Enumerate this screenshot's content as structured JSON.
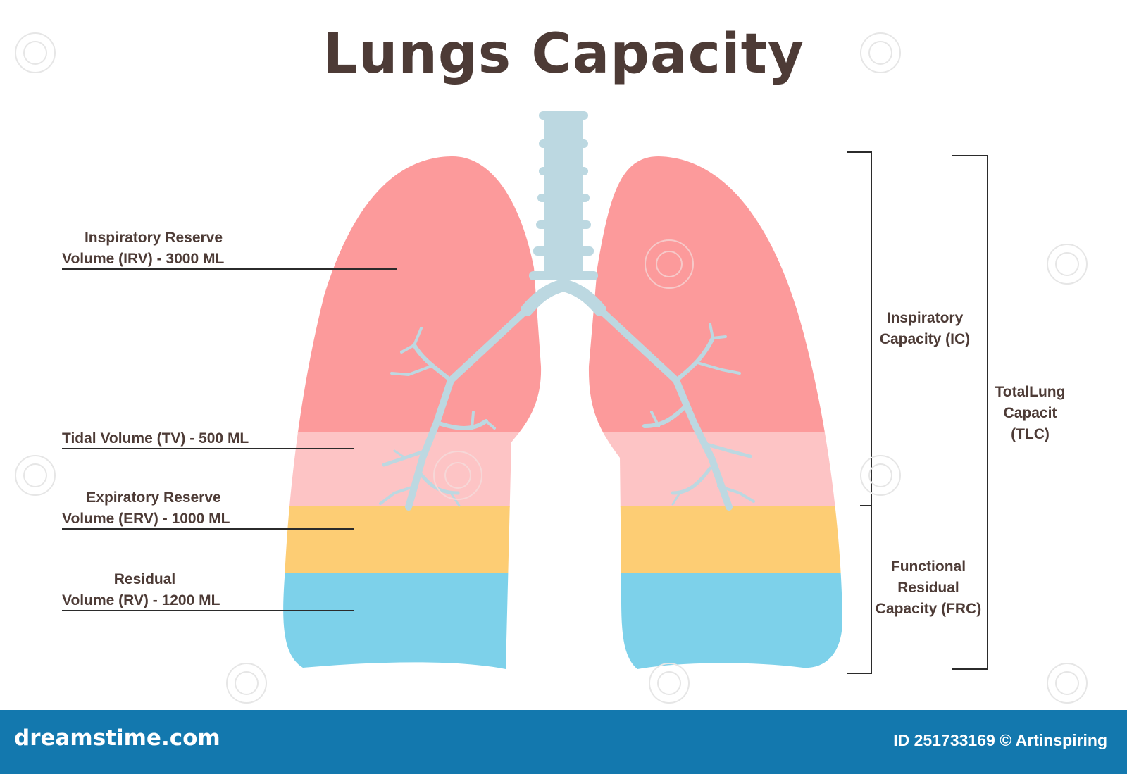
{
  "title": "Lungs Capacity",
  "volumes": [
    {
      "id": "irv",
      "line1": "Inspiratory Reserve",
      "line2": "Volume (IRV) - 3000 ML",
      "ml": 3000,
      "color": "#fc9a9b"
    },
    {
      "id": "tv",
      "line1": "",
      "line2": "Tidal Volume (TV) - 500 ML",
      "ml": 500,
      "color": "#fdc4c5"
    },
    {
      "id": "erv",
      "line1": "Expiratory Reserve",
      "line2": "Volume (ERV) - 1000 ML",
      "ml": 1000,
      "color": "#fdcd74"
    },
    {
      "id": "rv",
      "line1": "Residual",
      "line2": "Volume (RV) - 1200 ML",
      "ml": 1200,
      "color": "#7dd1ea"
    }
  ],
  "capacities": {
    "ic": {
      "line1": "Inspiratory",
      "line2": "Capacity (IC)"
    },
    "frc": {
      "line1": "Functional",
      "line2": "Residual",
      "line3": "Capacity (FRC)"
    },
    "tlc": {
      "line1": "TotalLung",
      "line2": "Capacit",
      "line3": "(TLC)"
    }
  },
  "colors": {
    "text": "#4d3b36",
    "trachea": "#bcd8e1",
    "footer": "#1378ae"
  },
  "watermark": "dreamstime",
  "footer": {
    "logo": "dreamstime.com",
    "credit": "ID 251733169 © Artinspiring"
  }
}
